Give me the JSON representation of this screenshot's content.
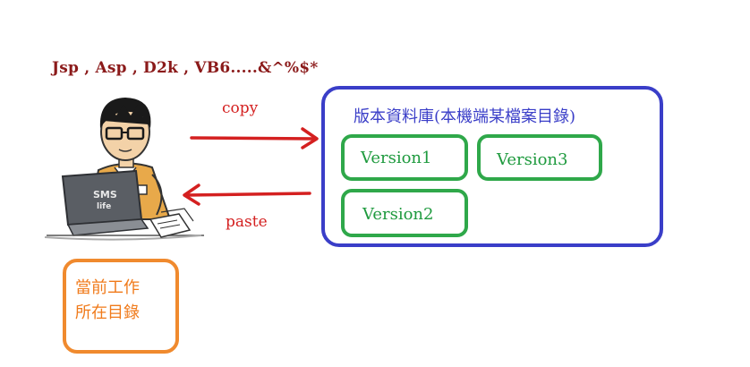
{
  "header": {
    "tools_text": "Jsp , Asp , D2k , VB6.....&^%$*"
  },
  "arrows": {
    "copy_label": "copy",
    "paste_label": "paste"
  },
  "repository": {
    "title": "版本資料庫(本機端某檔案目錄)",
    "versions": [
      "Version1",
      "Version3",
      "Version2"
    ]
  },
  "laptop_text": [
    "SMS",
    "life"
  ],
  "workspace": {
    "lines": [
      "當前工作",
      "所在目錄"
    ]
  },
  "colors": {
    "repo_border": "#3a3ec8",
    "version_border": "#2fa84a",
    "workspace_border": "#f08a2e",
    "arrow": "#d42020",
    "header_text": "#8b1a1a"
  }
}
